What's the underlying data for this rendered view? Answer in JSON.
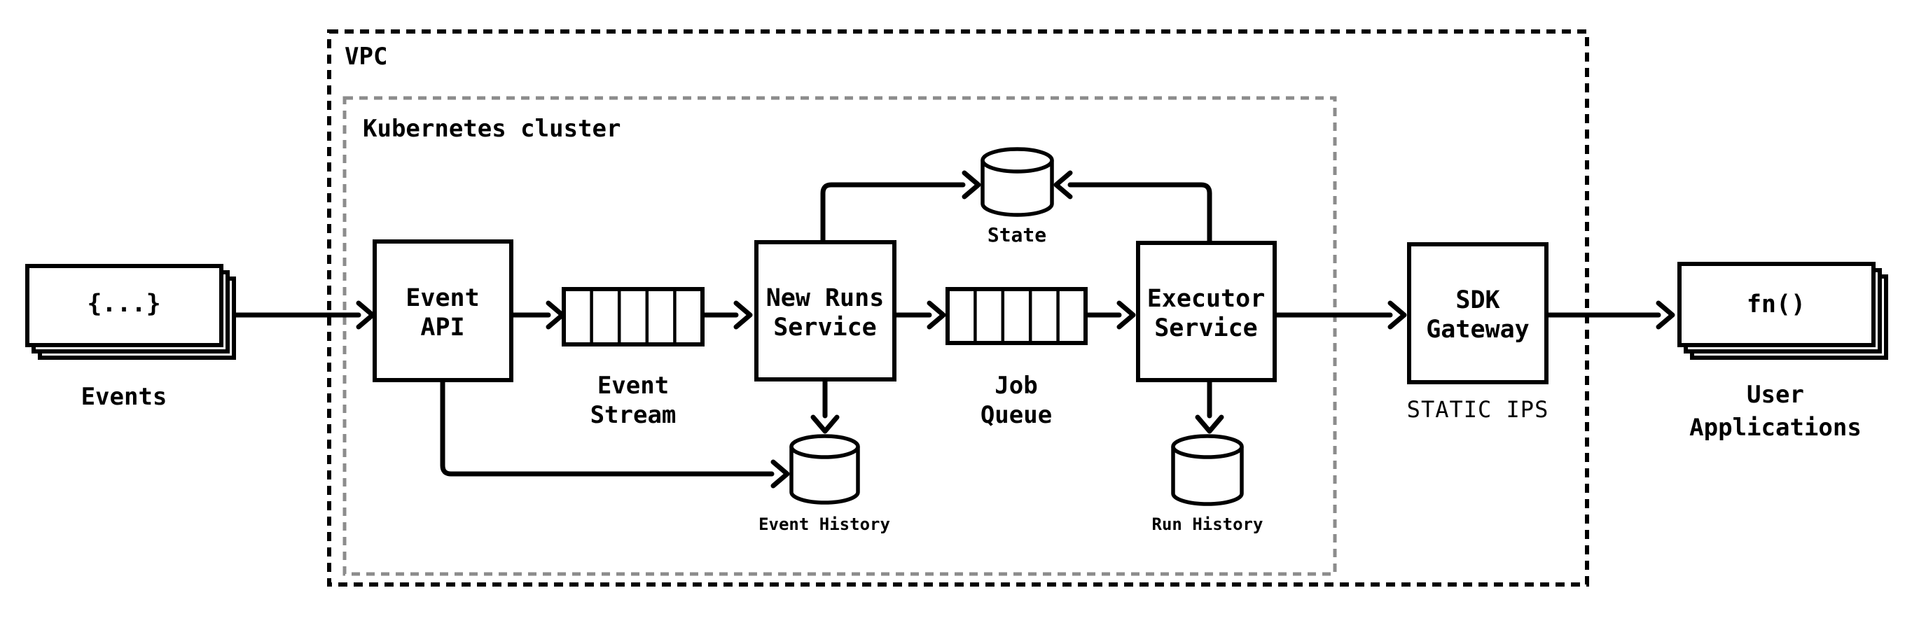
{
  "diagram": {
    "containers": {
      "vpc": {
        "label": "VPC",
        "border_color": "#000000",
        "border_style": "dashed"
      },
      "kubernetes": {
        "label": "Kubernetes cluster",
        "border_color": "#8c8c8c",
        "border_style": "dashed"
      }
    },
    "external": {
      "events": {
        "icon_text": "{...}",
        "label": "Events"
      },
      "user_applications": {
        "icon_text": "fn()",
        "label_line1": "User",
        "label_line2": "Applications"
      }
    },
    "services": {
      "event_api": {
        "line1": "Event",
        "line2": "API"
      },
      "new_runs": {
        "line1": "New Runs",
        "line2": "Service"
      },
      "executor": {
        "line1": "Executor",
        "line2": "Service"
      },
      "sdk_gateway": {
        "line1": "SDK",
        "line2": "Gateway",
        "subtitle": "STATIC IPS"
      }
    },
    "queues": {
      "event_stream": {
        "label_line1": "Event",
        "label_line2": "Stream",
        "cells": 5
      },
      "job_queue": {
        "label_line1": "Job",
        "label_line2": "Queue",
        "cells": 5
      }
    },
    "datastores": {
      "state": {
        "label": "State"
      },
      "event_history": {
        "label": "Event History"
      },
      "run_history": {
        "label": "Run History"
      }
    },
    "colors": {
      "line": "#000000",
      "background": "#ffffff",
      "cluster_border": "#8c8c8c"
    }
  }
}
